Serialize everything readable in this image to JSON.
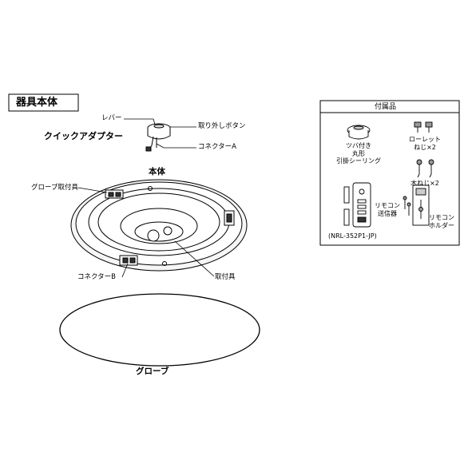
{
  "main": {
    "section_title": "器具本体",
    "labels": {
      "lever": "レバー",
      "release_button": "取り外しボタン",
      "quick_adapter": "クイックアダプター",
      "connector_a": "コネクターA",
      "body": "本体",
      "globe_mount": "グローブ取付具",
      "connector_b": "コネクターB",
      "mount": "取付具",
      "globe": "グローブ"
    }
  },
  "accessories": {
    "title": "付属品",
    "items": [
      {
        "id": "ceiling",
        "lines": [
          "ツバ付き",
          "丸形",
          "引掛シーリング"
        ]
      },
      {
        "id": "knurled",
        "lines": [
          "ローレット",
          "ねじ×2"
        ]
      },
      {
        "id": "wood",
        "lines": [
          "木ねじ×2"
        ]
      },
      {
        "id": "remote",
        "lines": [
          "リモコン",
          "送信器"
        ]
      },
      {
        "id": "holder",
        "lines": [
          "リモコン",
          "ホルダー"
        ]
      }
    ],
    "model": "(NRL-352P1-JP)"
  }
}
